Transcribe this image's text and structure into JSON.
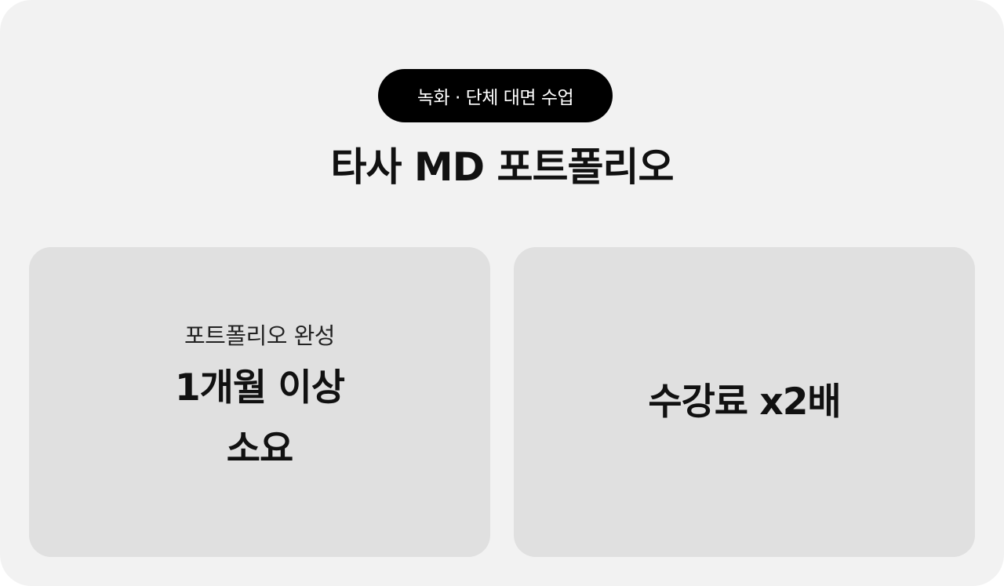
{
  "badge": {
    "label": "녹화 · 단체 대면 수업"
  },
  "title": "타사 MD 포트폴리오",
  "cards": [
    {
      "subtitle": "포트폴리오 완성",
      "line1": "1개월 이상",
      "line2": "소요"
    },
    {
      "main": "수강료 x2배"
    }
  ],
  "colors": {
    "panel_bg": "#f2f2f2",
    "card_bg": "#e0e0e0",
    "badge_bg": "#000000",
    "badge_text": "#ffffff",
    "text": "#111111"
  }
}
